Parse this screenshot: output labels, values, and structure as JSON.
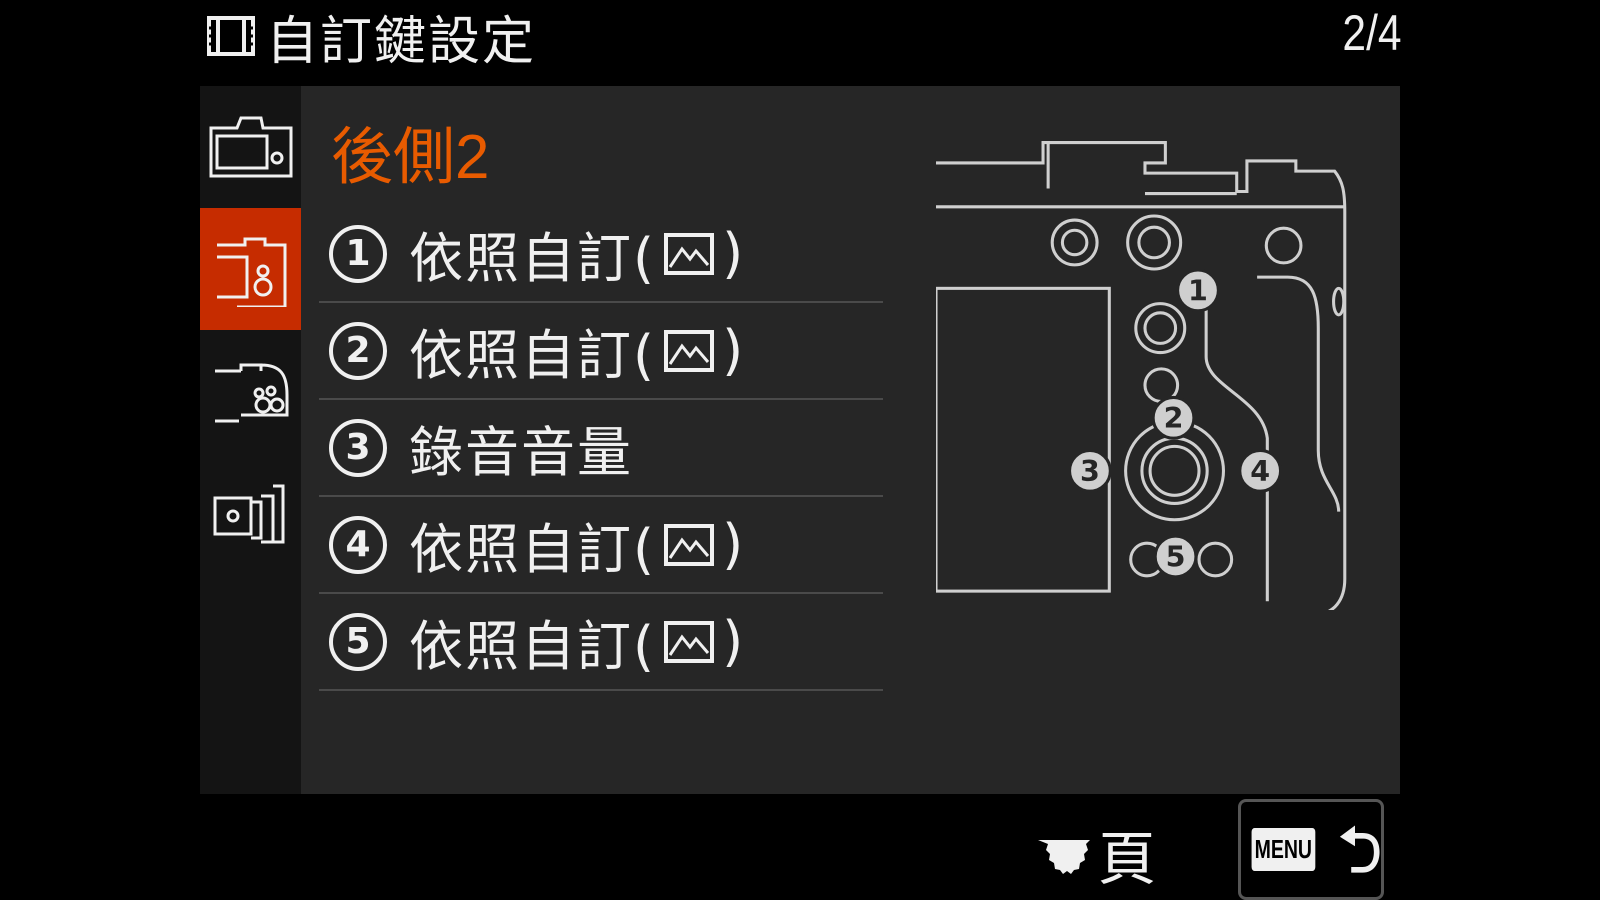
{
  "header": {
    "title": "自訂鍵設定",
    "page": "2/4"
  },
  "sidebar": {
    "tabs": [
      {
        "icon": "camera-back-icon"
      },
      {
        "icon": "camera-rear-buttons-icon",
        "selected": true
      },
      {
        "icon": "camera-dial-icon"
      },
      {
        "icon": "camera-side-icon"
      }
    ]
  },
  "main": {
    "heading": "後側2",
    "items": [
      {
        "num": "1",
        "label": "依照自訂(",
        "suffix": ")"
      },
      {
        "num": "2",
        "label": "依照自訂(",
        "suffix": ")"
      },
      {
        "num": "3",
        "label": "錄音音量",
        "suffix": ""
      },
      {
        "num": "4",
        "label": "依照自訂(",
        "suffix": ")"
      },
      {
        "num": "5",
        "label": "依照自訂(",
        "suffix": ")"
      }
    ],
    "diagram_labels": [
      "1",
      "2",
      "3",
      "4",
      "5"
    ]
  },
  "footer": {
    "page_label": "頁",
    "menu_label": "MENU"
  },
  "colors": {
    "accent": "#e85b00",
    "selected_tab": "#c62c00",
    "panel": "#262626"
  }
}
